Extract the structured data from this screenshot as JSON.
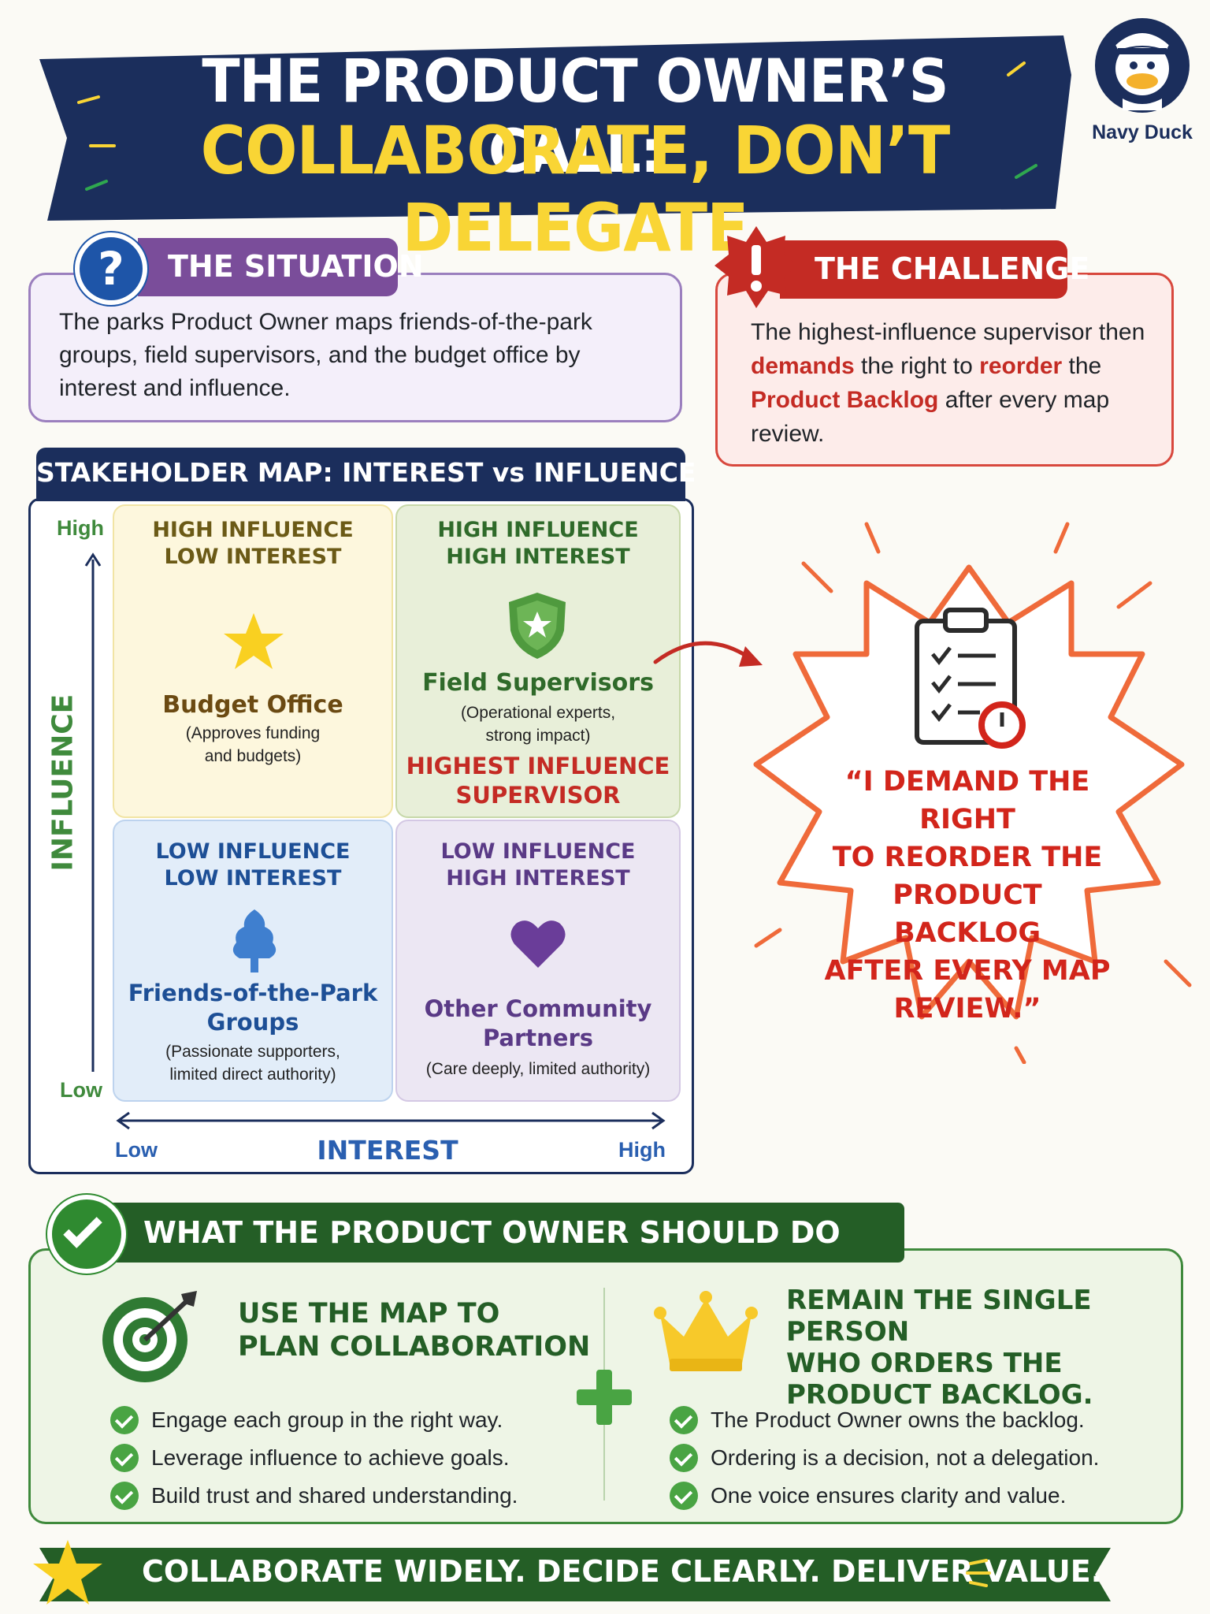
{
  "header": {
    "title_line1": "THE PRODUCT OWNER’S CALL:",
    "title_line2": "COLLABORATE, DON’T DELEGATE",
    "brand": "Navy Duck"
  },
  "situation": {
    "label": "THE SITUATION",
    "text": "The parks Product Owner maps friends-of-the-park groups, field supervisors, and the budget office by interest and influence."
  },
  "challenge": {
    "label": "THE CHALLENGE",
    "text_part1": "The highest-influence supervisor then ",
    "text_hl1": "demands",
    "text_part2": " the right to ",
    "text_hl2": "reorder",
    "text_part3": " the ",
    "text_hl3": "Product Backlog",
    "text_part4": " after every map review."
  },
  "map": {
    "title": "STAKEHOLDER MAP: INTEREST vs INFLUENCE",
    "y_axis": {
      "label": "INFLUENCE",
      "high": "High",
      "low": "Low"
    },
    "x_axis": {
      "label": "INTEREST",
      "low": "Low",
      "high": "High"
    },
    "quadrants": [
      {
        "head1": "HIGH INFLUENCE",
        "head2": "LOW INTEREST",
        "name": "Budget Office",
        "desc1": "(Approves funding",
        "desc2": "and budgets)",
        "icon": "star-icon"
      },
      {
        "head1": "HIGH INFLUENCE",
        "head2": "HIGH INTEREST",
        "name": "Field Supervisors",
        "desc1": "(Operational experts,",
        "desc2": "strong impact)",
        "tag1": "HIGHEST INFLUENCE",
        "tag2": "SUPERVISOR",
        "icon": "shield-star-icon"
      },
      {
        "head1": "LOW INFLUENCE",
        "head2": "LOW INTEREST",
        "name1": "Friends-of-the-Park",
        "name2": "Groups",
        "desc1": "(Passionate supporters,",
        "desc2": "limited direct authority)",
        "icon": "tree-icon"
      },
      {
        "head1": "LOW INFLUENCE",
        "head2": "HIGH INTEREST",
        "name1": "Other Community",
        "name2": "Partners",
        "desc1": "(Care deeply, limited authority)",
        "icon": "heart-icon"
      }
    ]
  },
  "demand": {
    "line1": "“I DEMAND THE RIGHT",
    "line2": "TO REORDER THE",
    "line3": "PRODUCT BACKLOG",
    "line4": "AFTER EVERY MAP",
    "line5": "REVIEW.”",
    "icon": "clipboard-checklist-icon"
  },
  "actions": {
    "label": "WHAT THE PRODUCT OWNER SHOULD DO",
    "left": {
      "head1": "USE THE MAP TO",
      "head2": "PLAN COLLABORATION",
      "icon": "target-icon",
      "bullets": [
        "Engage each group in the right way.",
        "Leverage influence to achieve goals.",
        "Build trust and shared understanding."
      ]
    },
    "right": {
      "head1": "REMAIN THE SINGLE PERSON",
      "head2": "WHO ORDERS THE",
      "head3": "PRODUCT BACKLOG.",
      "icon": "crown-icon",
      "bullets": [
        "The Product Owner owns the backlog.",
        "Ordering is a decision, not a delegation.",
        "One voice ensures clarity and value."
      ]
    }
  },
  "footer": {
    "text": "COLLABORATE WIDELY. DECIDE CLEARLY. DELIVER VALUE."
  },
  "colors": {
    "navy": "#1b2e5c",
    "yellow": "#f9d535",
    "purple": "#7a4d9a",
    "red": "#c42b24",
    "green_dark": "#245e26",
    "green": "#49a443",
    "orange_burst": "#ef6a3a"
  }
}
